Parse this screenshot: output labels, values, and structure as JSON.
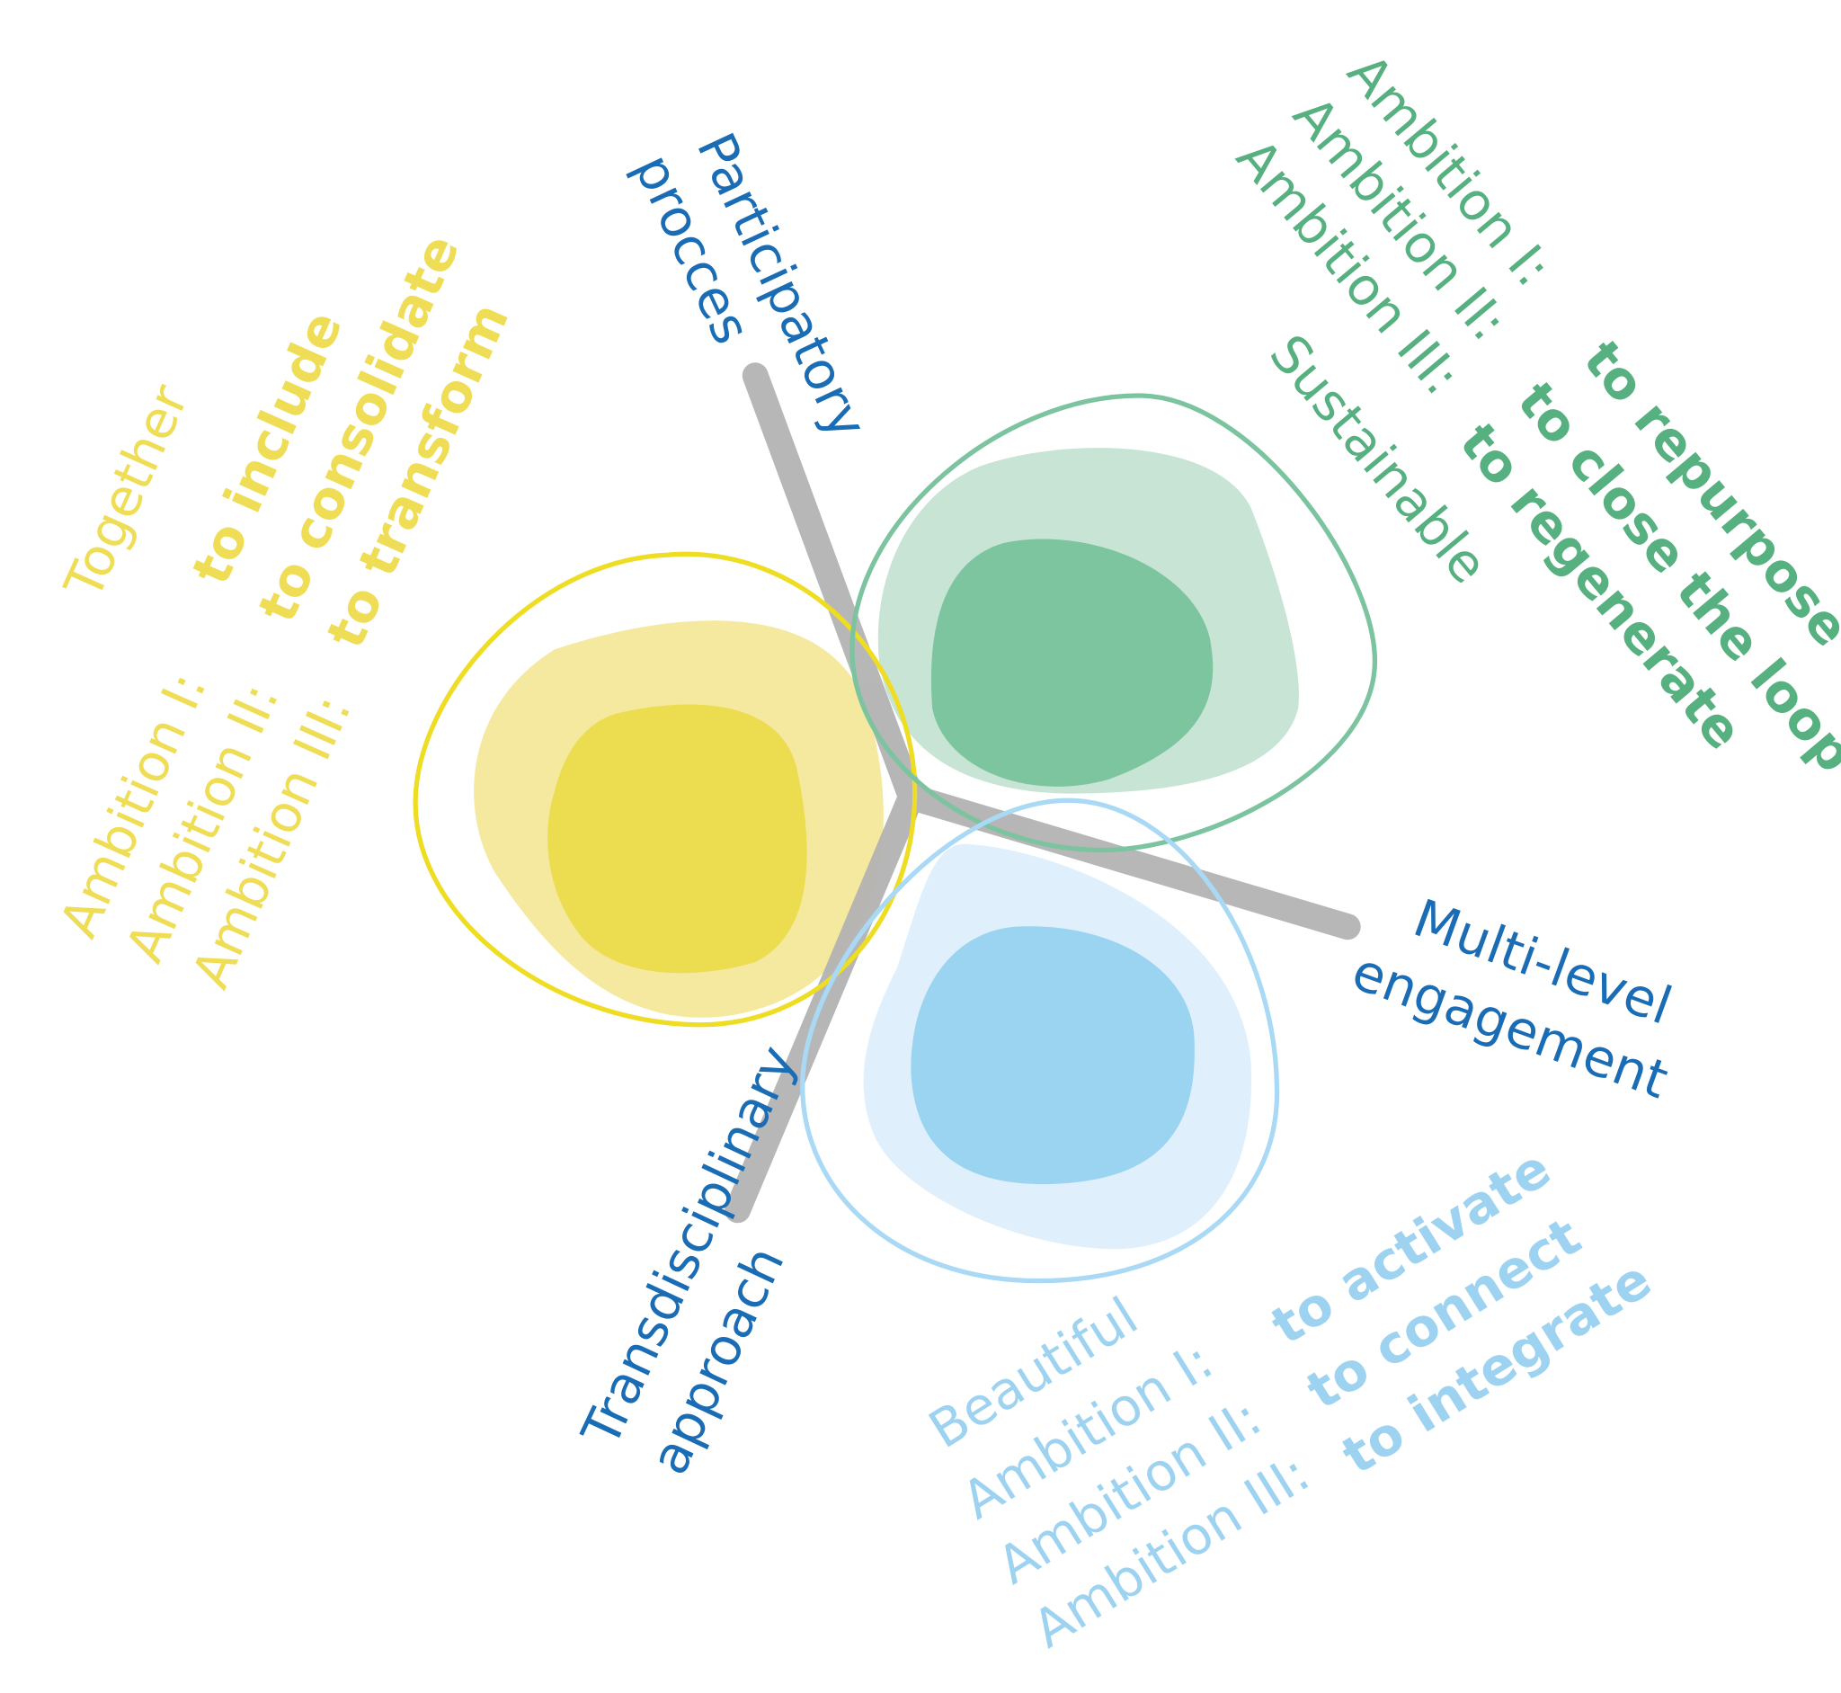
{
  "colors": {
    "yellow_text": "#eedd55",
    "yellow_outline": "#eedd22",
    "yellow_light": "#f4e99f",
    "yellow_inner": "#ecdd50",
    "green_text": "#56b07f",
    "green_outline": "#7cc39f",
    "green_light": "#c8e4d5",
    "green_inner": "#7cc59f",
    "blue_text": "#9dd3f0",
    "blue_outline": "#a9d9f4",
    "blue_light": "#dff0fc",
    "blue_inner": "#9ad4f0",
    "axis": "#b3b3b3",
    "axis_label": "#1a6db4"
  },
  "axes": {
    "participatory": [
      "Participatory",
      "procces"
    ],
    "multilevel": [
      "Multi-level",
      "engagement"
    ],
    "transdisciplinary": [
      "Transdisciplinary",
      "approach"
    ]
  },
  "together": {
    "title": "Together",
    "ambitions": [
      "Ambition I:",
      "Ambition II:",
      "Ambition III:"
    ],
    "goals": [
      "to include",
      "to consolidate",
      "to transform"
    ]
  },
  "sustainable": {
    "title": "Sustainable",
    "ambitions": [
      "Ambition I:",
      "Ambition II:",
      "Ambition III:"
    ],
    "goals": [
      "to repurpose",
      "to close the loop",
      "to regenerate"
    ]
  },
  "beautiful": {
    "title": "Beautiful",
    "ambitions": [
      "Ambition I:",
      "Ambition II:",
      "Ambition III:"
    ],
    "goals": [
      "to activate",
      "to connect",
      "to integrate"
    ]
  }
}
